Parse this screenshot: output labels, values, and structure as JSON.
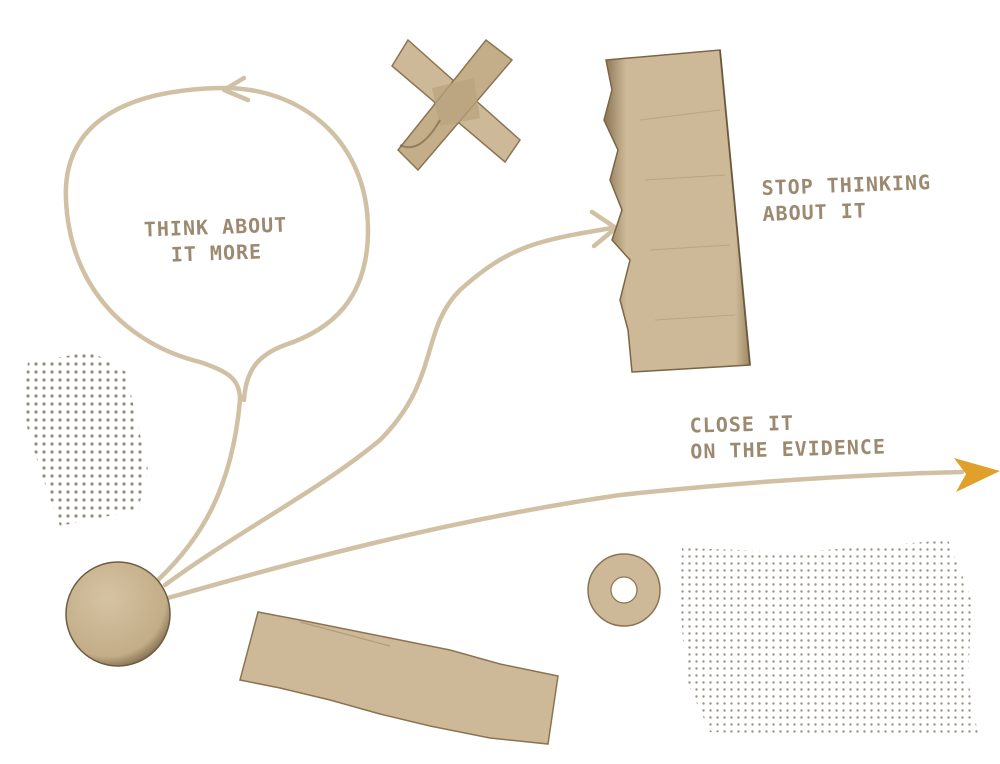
{
  "nodes": {
    "think_more": {
      "line1": "THINK ABOUT",
      "line2": "IT MORE"
    },
    "stop_thinking": {
      "line1": "STOP THINKING",
      "line2": "ABOUT IT"
    },
    "close_it": {
      "line1": "CLOSE IT",
      "line2": "ON THE EVIDENCE"
    }
  },
  "colors": {
    "paper": "#cdb998",
    "paper_dark": "#8a7452",
    "line": "#d1c1a4",
    "text": "#9c8a70",
    "accent_arrow": "#e0a02a",
    "halftone": "#6e6450"
  }
}
